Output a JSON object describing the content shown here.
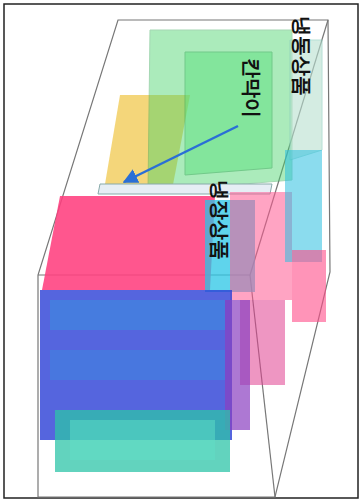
{
  "diagram": {
    "labels": [
      "냉동상품",
      "칸막이",
      "냉장상품"
    ]
  }
}
